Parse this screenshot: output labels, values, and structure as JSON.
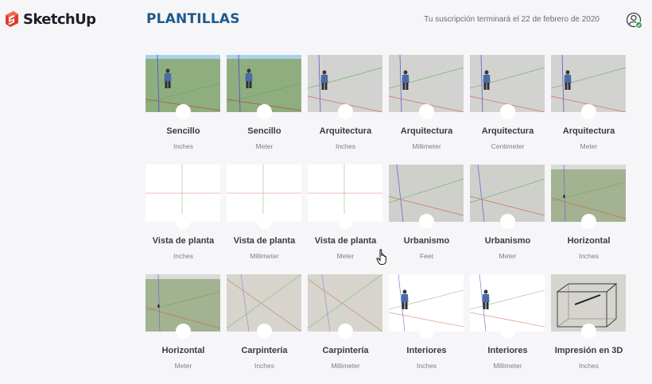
{
  "app": {
    "logo_text": "SketchUp",
    "page_title": "PLANTILLAS",
    "subscription_text": "Tu suscripción terminará el 22 de febrero de 2020"
  },
  "colors": {
    "brand_red": "#e03a27",
    "title_blue": "#1f5a8c",
    "status_green": "#2e9d53"
  },
  "templates": [
    {
      "name": "Sencillo",
      "unit": "Inches",
      "thumb": "grass-person"
    },
    {
      "name": "Sencillo",
      "unit": "Meter",
      "thumb": "grass-person"
    },
    {
      "name": "Arquitectura",
      "unit": "Inches",
      "thumb": "gray-person"
    },
    {
      "name": "Arquitectura",
      "unit": "Millimeter",
      "thumb": "gray-person"
    },
    {
      "name": "Arquitectura",
      "unit": "Centimeter",
      "thumb": "gray-person"
    },
    {
      "name": "Arquitectura",
      "unit": "Meter",
      "thumb": "gray-person"
    },
    {
      "name": "Vista de planta",
      "unit": "Inches",
      "thumb": "plan"
    },
    {
      "name": "Vista de planta",
      "unit": "Millimeter",
      "thumb": "plan"
    },
    {
      "name": "Vista de planta",
      "unit": "Meter",
      "thumb": "plan"
    },
    {
      "name": "Urbanismo",
      "unit": "Feet",
      "thumb": "gray-axes"
    },
    {
      "name": "Urbanismo",
      "unit": "Meter",
      "thumb": "gray-axes"
    },
    {
      "name": "Horizontal",
      "unit": "Inches",
      "thumb": "green-axes"
    },
    {
      "name": "Horizontal",
      "unit": "Meter",
      "thumb": "green-axes"
    },
    {
      "name": "Carpintería",
      "unit": "Inches",
      "thumb": "wood-axes"
    },
    {
      "name": "Carpintería",
      "unit": "Millimeter",
      "thumb": "wood-axes"
    },
    {
      "name": "Interiores",
      "unit": "Inches",
      "thumb": "white-person"
    },
    {
      "name": "Interiores",
      "unit": "Millimeter",
      "thumb": "white-person"
    },
    {
      "name": "Impresión en 3D",
      "unit": "Inches",
      "thumb": "print-box"
    }
  ]
}
